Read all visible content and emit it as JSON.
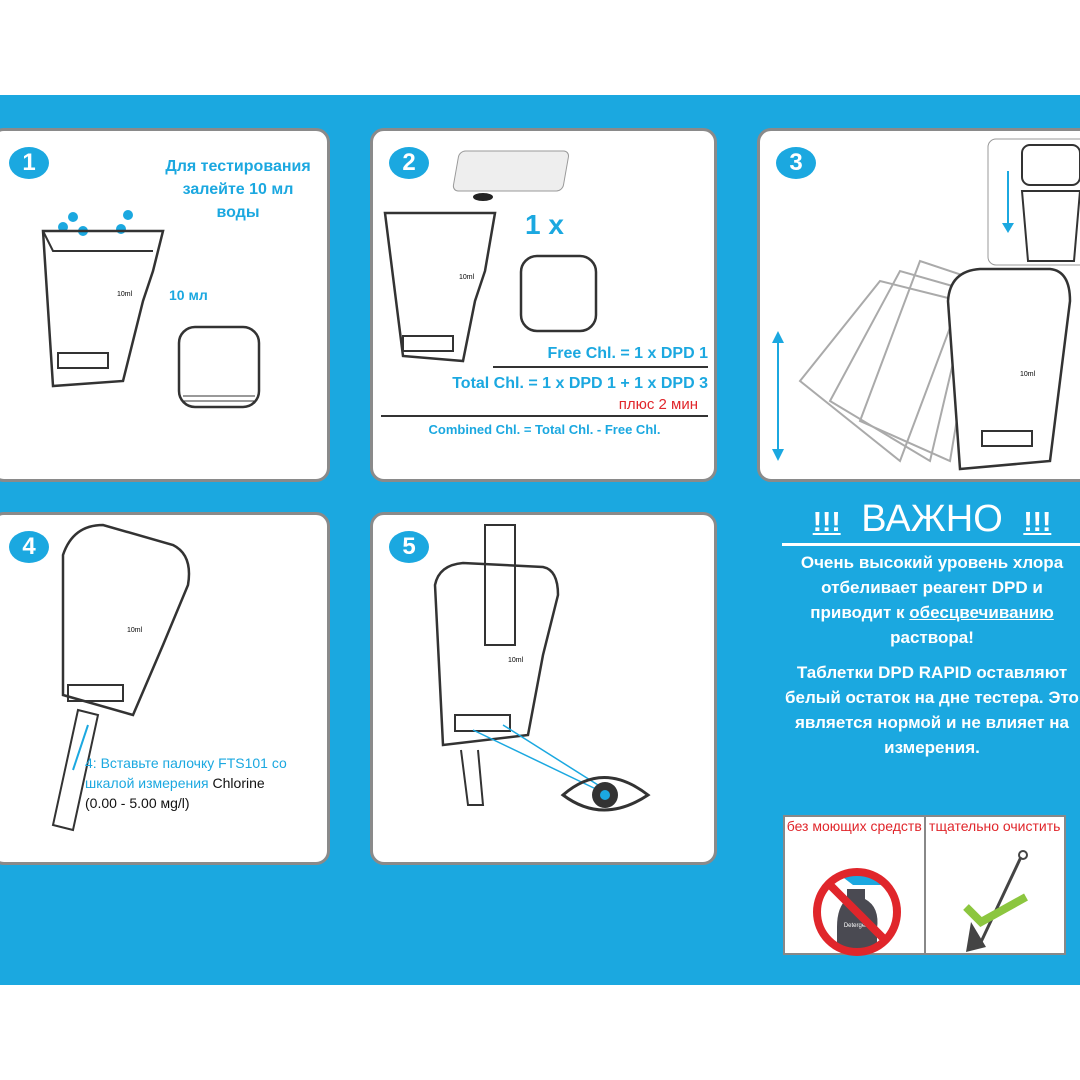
{
  "steps": [
    {
      "number": "1",
      "text": "Для тестирования залейте 10 мл воды",
      "volume": "10 мл",
      "scale_mark": "10ml"
    },
    {
      "number": "2",
      "count": "1 x",
      "free": "Free Chl. = 1 x DPD 1",
      "total": "Total Chl. = 1 x DPD 1 + 1 x DPD 3",
      "wait": "плюс 2 мин",
      "combined": "Combined Chl. = Total Chl. - Free Chl.",
      "scale_mark": "10ml"
    },
    {
      "number": "3",
      "scale_mark": "10ml"
    },
    {
      "number": "4",
      "text_blue": "4: Вставьте палочку FTS101 со шкалой измерения",
      "text_black": "Chlorine",
      "range": "(0.00 - 5.00 мg/l)",
      "scale_mark": "10ml"
    },
    {
      "number": "5",
      "scale_mark": "10ml"
    }
  ],
  "important": {
    "title": "ВАЖНО",
    "marks": "!!!",
    "line1": "Очень высокий уровень хлора отбеливает реагент DPD и приводит к",
    "underlined": "обесцвечиванию",
    "line1_end": "раствора!",
    "line2": "Таблетки DPD RAPID оставляют белый остаток на дне тестера. Это является нормой и не влияет на измерения.",
    "no_detergent": "без моющих средств",
    "detergent_label": "Detergent",
    "clean": "тщательно очистить"
  },
  "colors": {
    "background": "#1ba8e0",
    "accent": "#1ba8e0",
    "red": "#e0262b",
    "green": "#8cc63f"
  }
}
